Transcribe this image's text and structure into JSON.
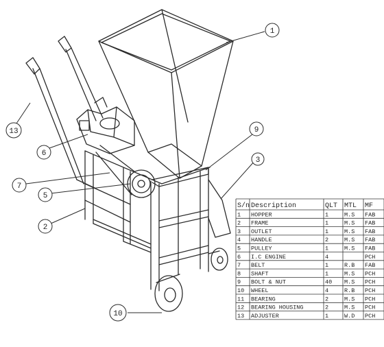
{
  "callouts": [
    {
      "label": "1"
    },
    {
      "label": "13"
    },
    {
      "label": "6"
    },
    {
      "label": "9"
    },
    {
      "label": "3"
    },
    {
      "label": "7"
    },
    {
      "label": "5"
    },
    {
      "label": "2"
    },
    {
      "label": "10"
    }
  ],
  "bill_of_materials": {
    "headers": [
      "S/n",
      "Description",
      "QLT",
      "MTL",
      "MF"
    ],
    "rows": [
      [
        "1",
        "HOPPER",
        "1",
        "M.S",
        "FAB"
      ],
      [
        "2",
        "FRAME",
        "1",
        "M.S",
        "FAB"
      ],
      [
        "3",
        "OUTLET",
        "1",
        "M.S",
        "FAB"
      ],
      [
        "4",
        "HANDLE",
        "2",
        "M.S",
        "FAB"
      ],
      [
        "5",
        "PULLEY",
        "1",
        "M.S",
        "FAB"
      ],
      [
        "6",
        "I.C ENGINE",
        "4",
        "",
        "PCH"
      ],
      [
        "7",
        "BELT",
        "1",
        "R.B",
        "FAB"
      ],
      [
        "8",
        "SHAFT",
        "1",
        "M.S",
        "PCH"
      ],
      [
        "9",
        "BOLT & NUT",
        "40",
        "M.S",
        "PCH"
      ],
      [
        "10",
        "WHEEL",
        "4",
        "R.B",
        "PCH"
      ],
      [
        "11",
        "BEARING",
        "2",
        "M.S",
        "PCH"
      ],
      [
        "12",
        "BEARING HOUSING",
        "2",
        "M.S",
        "PCH"
      ],
      [
        "13",
        "ADJUSTER",
        "1",
        "W.D",
        "PCH"
      ]
    ]
  }
}
